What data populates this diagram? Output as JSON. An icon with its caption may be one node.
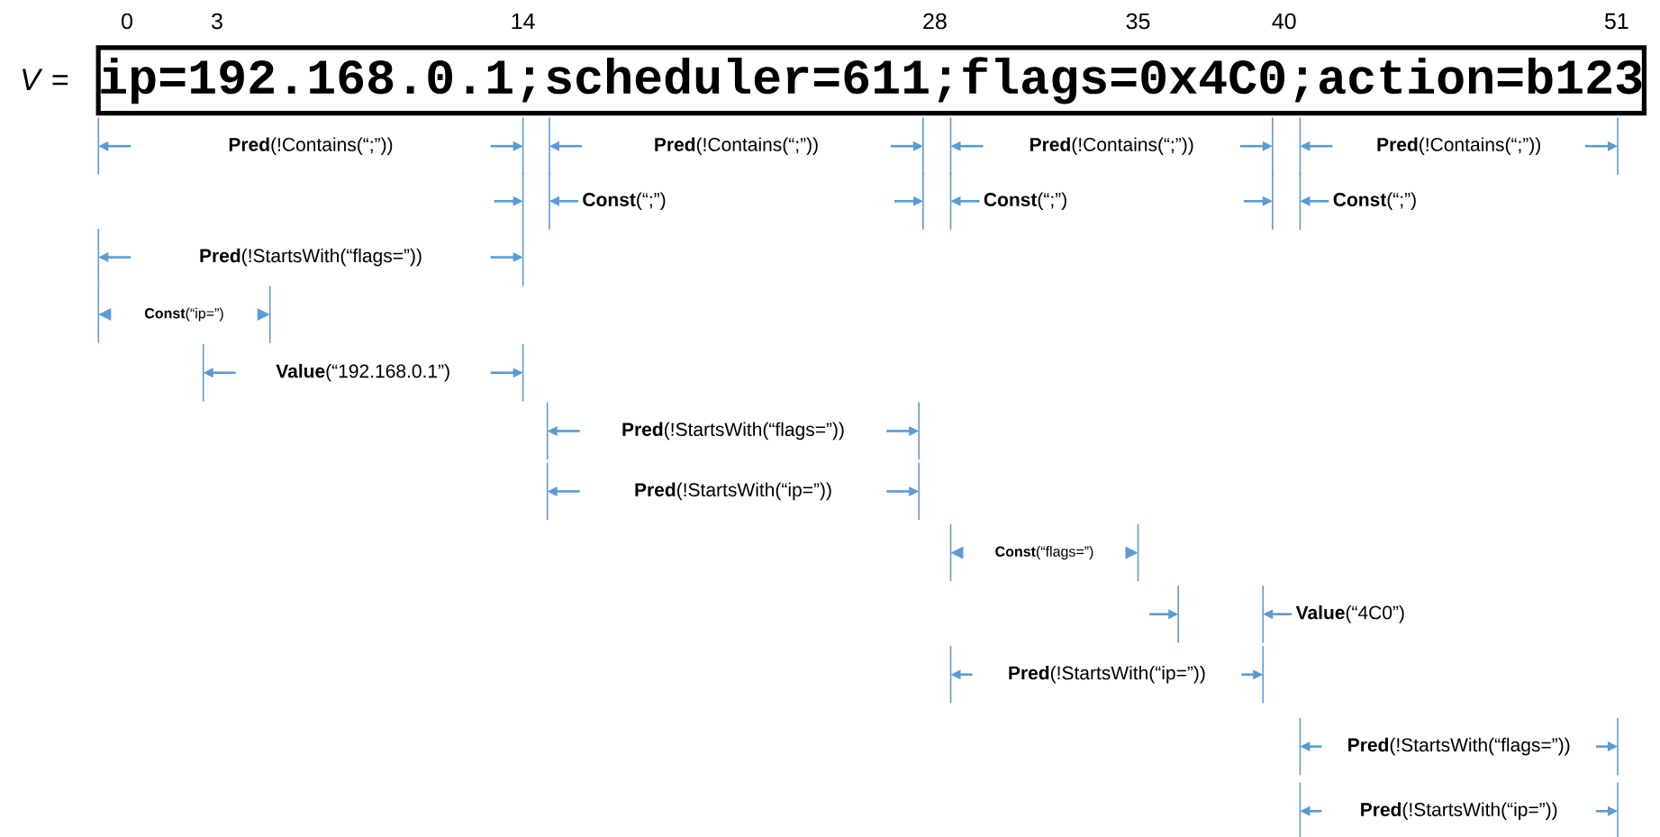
{
  "diagram": {
    "nodes": [
      {
        "text": [
          "ip=192.168.0.1;scheduler=611;flags=0x4C0;action=b123"
        ]
      }
    ],
    "labels": [
      "*V* =",
      "0",
      "3",
      "14",
      "28",
      "35",
      "40",
      "51",
      "**Pred**(!Contains(“;”))",
      "**Pred**(!Contains(“;”))",
      "**Pred**(!Contains(“;”))",
      "**Pred**(!Contains(“;”))",
      "**Const**(“;”)",
      "**Const**(“;”)",
      "**Const**(“;”)",
      "**Pred**(!StartsWith(“flags=”))",
      "**Const**(“ip=”)",
      "**Value**(“192.168.0.1”)",
      "**Pred**(!StartsWith(“flags=”))",
      "**Pred**(!StartsWith(“ip=”))",
      "**Const**(“flags=”)",
      "**Value**(“4C0”)",
      "**Pred**(!StartsWith(“ip=”))",
      "**Pred**(!StartsWith(“flags=”))",
      "**Pred**(!StartsWith(“ip=”))"
    ]
  }
}
